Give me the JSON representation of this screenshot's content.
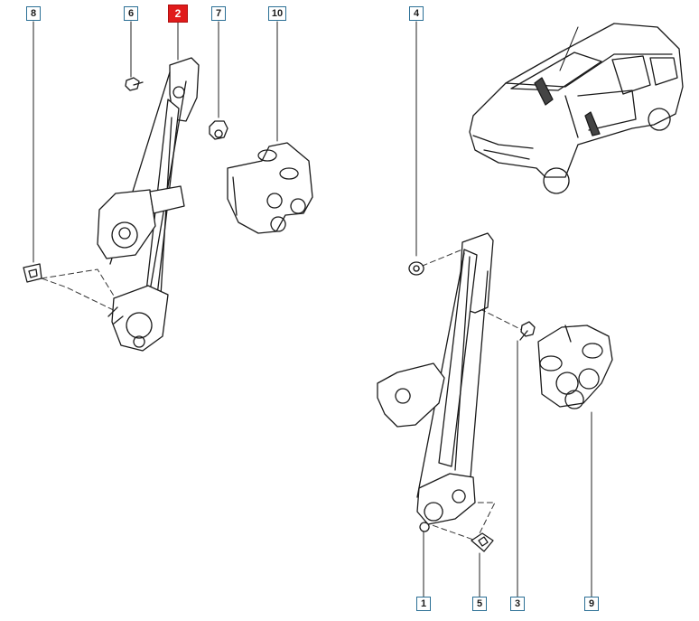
{
  "diagram": {
    "active_part": "2",
    "colors": {
      "callout_border": "#2b6f95",
      "callout_active_fill": "#e01b1b",
      "line": "#1a1a1a"
    },
    "callouts": {
      "c8": "8",
      "c6": "6",
      "c2": "2",
      "c7": "7",
      "c10": "10",
      "c4": "4",
      "c1": "1",
      "c5": "5",
      "c3": "3",
      "c9": "9"
    },
    "parts": [
      {
        "id": "front-window-regulator",
        "callout": "2",
        "icon": "window-regulator-icon"
      },
      {
        "id": "rear-window-regulator",
        "callout": "1",
        "icon": "window-regulator-icon"
      },
      {
        "id": "bolt-front",
        "callout": "6",
        "icon": "bolt-icon"
      },
      {
        "id": "nut-front",
        "callout": "7",
        "icon": "nut-icon"
      },
      {
        "id": "clip-front",
        "callout": "8",
        "icon": "clip-icon"
      },
      {
        "id": "boot-front",
        "callout": "10",
        "icon": "rubber-boot-icon"
      },
      {
        "id": "washer-rear",
        "callout": "4",
        "icon": "washer-icon"
      },
      {
        "id": "clip-rear",
        "callout": "5",
        "icon": "clip-icon"
      },
      {
        "id": "bolt-rear",
        "callout": "3",
        "icon": "bolt-icon"
      },
      {
        "id": "boot-rear",
        "callout": "9",
        "icon": "rubber-boot-icon"
      }
    ]
  }
}
